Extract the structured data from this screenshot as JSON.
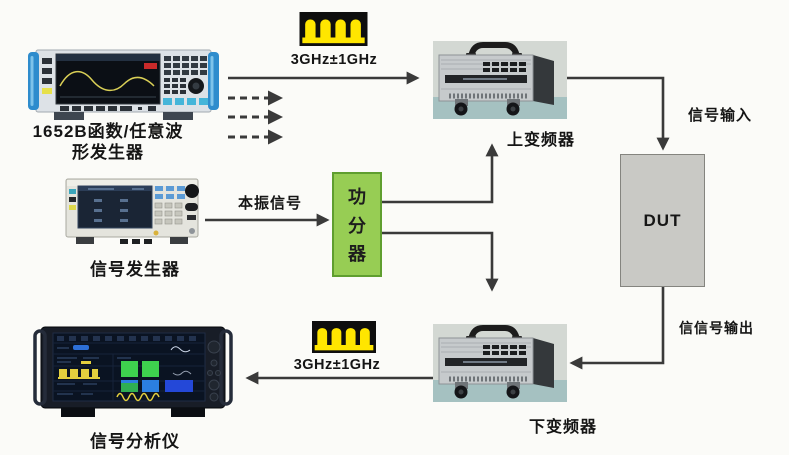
{
  "devices": {
    "awg": {
      "name_line1": "1652B函数/任意波",
      "name_line2": "形发生器"
    },
    "signal_generator": {
      "name": "信号发生器"
    },
    "signal_analyzer": {
      "name": "信号分析仪"
    },
    "up_converter": {
      "name": "上变频器"
    },
    "down_converter": {
      "name": "下变频器"
    },
    "power_divider": {
      "name": "功分器",
      "chars": [
        "功",
        "分",
        "器"
      ]
    },
    "dut": {
      "name": "DUT"
    }
  },
  "labels": {
    "rf_signal_top": "3GHz±1GHz",
    "rf_signal_bottom": "3GHz±1GHz",
    "lo_signal": "本振信号",
    "signal_input": "信号输入",
    "signal_output": "信信号输出"
  },
  "colors": {
    "background": "#fbfbf8",
    "arrow": "#3a3a3a",
    "power_divider_fill": "#97cd54",
    "power_divider_border": "#5f9e2f",
    "dut_fill": "#c9c9c5",
    "dut_border": "#84847f",
    "pulse_yellow": "#ffe600",
    "pulse_black": "#0e0e0e",
    "label_color": "#151515"
  }
}
